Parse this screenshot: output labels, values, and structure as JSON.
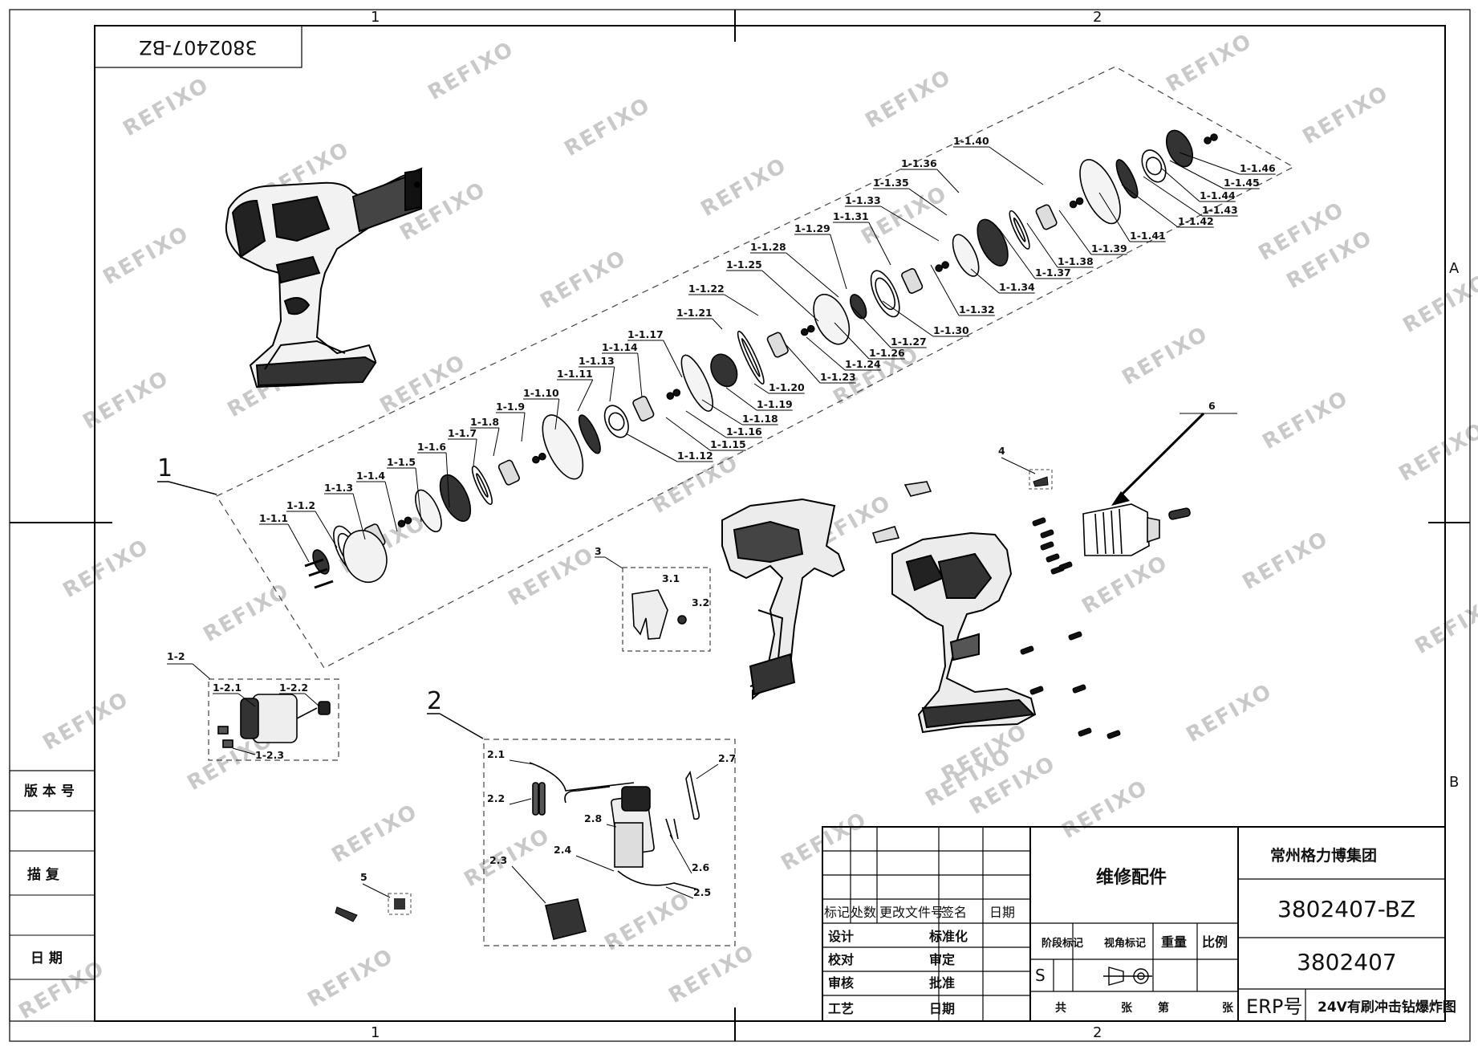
{
  "sheet": {
    "code_top_box": "3802407-BZ",
    "zone_cols_top": [
      "1",
      "2"
    ],
    "zone_cols_bottom": [
      "1",
      "2"
    ],
    "zone_rows_right": [
      "A",
      "B"
    ],
    "watermark": "REFIXO"
  },
  "side_box": {
    "version_label": "版 本 号",
    "trace_label": "描 复",
    "date_label": "日 期"
  },
  "group_labels": {
    "g1": "1",
    "g2": "2",
    "g3": "3",
    "g4": "4",
    "g5": "5",
    "g6": "6",
    "g1_2": "1-2"
  },
  "parts_g1": [
    "1-1.1",
    "1-1.2",
    "1-1.3",
    "1-1.4",
    "1-1.5",
    "1-1.6",
    "1-1.7",
    "1-1.8",
    "1-1.9",
    "1-1.10",
    "1-1.11",
    "1-1.12",
    "1-1.13",
    "1-1.14",
    "1-1.15",
    "1-1.16",
    "1-1.17",
    "1-1.18",
    "1-1.19",
    "1-1.20",
    "1-1.21",
    "1-1.22",
    "1-1.23",
    "1-1.24",
    "1-1.25",
    "1-1.26",
    "1-1.27",
    "1-1.28",
    "1-1.29",
    "1-1.30",
    "1-1.31",
    "1-1.32",
    "1-1.33",
    "1-1.34",
    "1-1.35",
    "1-1.36",
    "1-1.37",
    "1-1.38",
    "1-1.39",
    "1-1.40",
    "1-1.41",
    "1-1.42",
    "1-1.43",
    "1-1.44",
    "1-1.45",
    "1-1.46"
  ],
  "parts_g1_2": [
    "1-2.1",
    "1-2.2",
    "1-2.3"
  ],
  "parts_g2": [
    "2.1",
    "2.2",
    "2.3",
    "2.4",
    "2.5",
    "2.6",
    "2.7",
    "2.8"
  ],
  "parts_g3": [
    "3.1",
    "3.2"
  ],
  "title_block": {
    "company": "常州格力博集团",
    "drawing_no": "3802407-BZ",
    "part_no": "3802407",
    "erp_label": "ERP号",
    "drawing_name": "24V有刷冲击钻爆炸图",
    "title": "维修配件",
    "rev_headers": [
      "标记",
      "处数",
      "更改文件号",
      "签名",
      "日期"
    ],
    "sign_rows": [
      "设计",
      "校对",
      "审核",
      "工艺"
    ],
    "sign_rows2": [
      "标准化",
      "审定",
      "批准",
      "日期"
    ],
    "stage_label": "阶段标记",
    "chart_label": "视角标记",
    "weight_label": "重量",
    "scale_label": "比例",
    "stage_value": "S",
    "total_label": "共",
    "sheets_label": "张",
    "page_label": "第",
    "page_suffix": "张"
  }
}
